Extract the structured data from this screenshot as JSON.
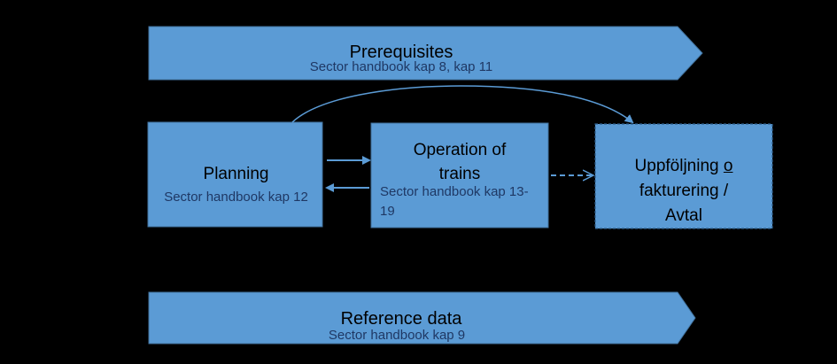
{
  "colors": {
    "background": "#000000",
    "box_fill": "#5b9bd5",
    "box_stroke": "#41719c",
    "subtitle_text": "#1f3864",
    "title_text": "#000000"
  },
  "prerequisites": {
    "title": "Prerequisites",
    "subtitle": "Sector handbook kap 8, kap 11"
  },
  "planning": {
    "title": "Planning",
    "subtitle": "Sector handbook kap 12"
  },
  "operation": {
    "title_line1": "Operation of",
    "title_line2": "trains",
    "subtitle_line1": "Sector handbook kap 13-",
    "subtitle_line2": "19"
  },
  "followup": {
    "line1_prefix": "Uppföljning ",
    "line1_underlined": "o",
    "line2": "fakturering /",
    "line3": "Avtal"
  },
  "reference": {
    "title": "Reference data",
    "subtitle": "Sector handbook kap 9"
  }
}
